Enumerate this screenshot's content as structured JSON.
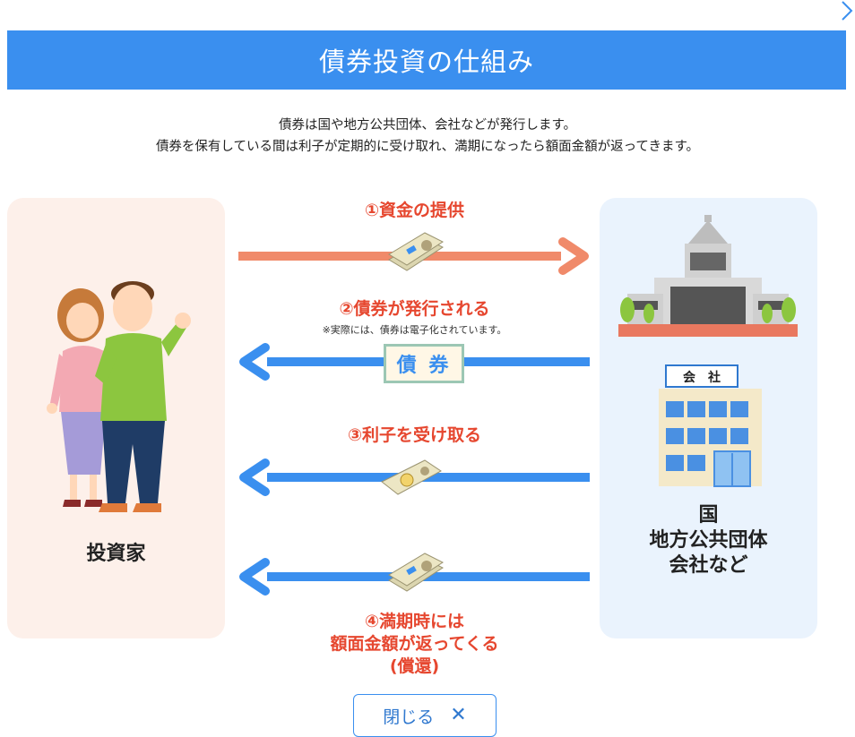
{
  "header": {
    "title": "債券投資の仕組み"
  },
  "intro": {
    "line1": "債券は国や地方公共団体、会社などが発行します。",
    "line2": "債券を保有している間は利子が定期的に受け取れ、満期になったら額面金額が返ってきます。"
  },
  "investor": {
    "label": "投資家"
  },
  "issuer": {
    "line1": "国",
    "line2": "地方公共団体",
    "line3": "会社など",
    "company_sign": "会　社"
  },
  "steps": {
    "s1": "①資金の提供",
    "s2": "②債券が発行される",
    "s2_note": "※実際には、債券は電子化されています。",
    "s3": "③利子を受け取る",
    "s4_line1": "④満期時には",
    "s4_line2": "額面金額が返ってくる",
    "s4_line3": "(償還)"
  },
  "bond_ticket": {
    "text": "債 券"
  },
  "close_button": {
    "label": "閉じる",
    "icon": "close-x-icon"
  },
  "colors": {
    "header_bg": "#3a8fef",
    "step_text": "#e6472f",
    "arrow_orange": "#f08a6a",
    "arrow_blue": "#3a8fef",
    "investor_panel": "#fdf0ea",
    "issuer_panel": "#eaf3fd"
  }
}
